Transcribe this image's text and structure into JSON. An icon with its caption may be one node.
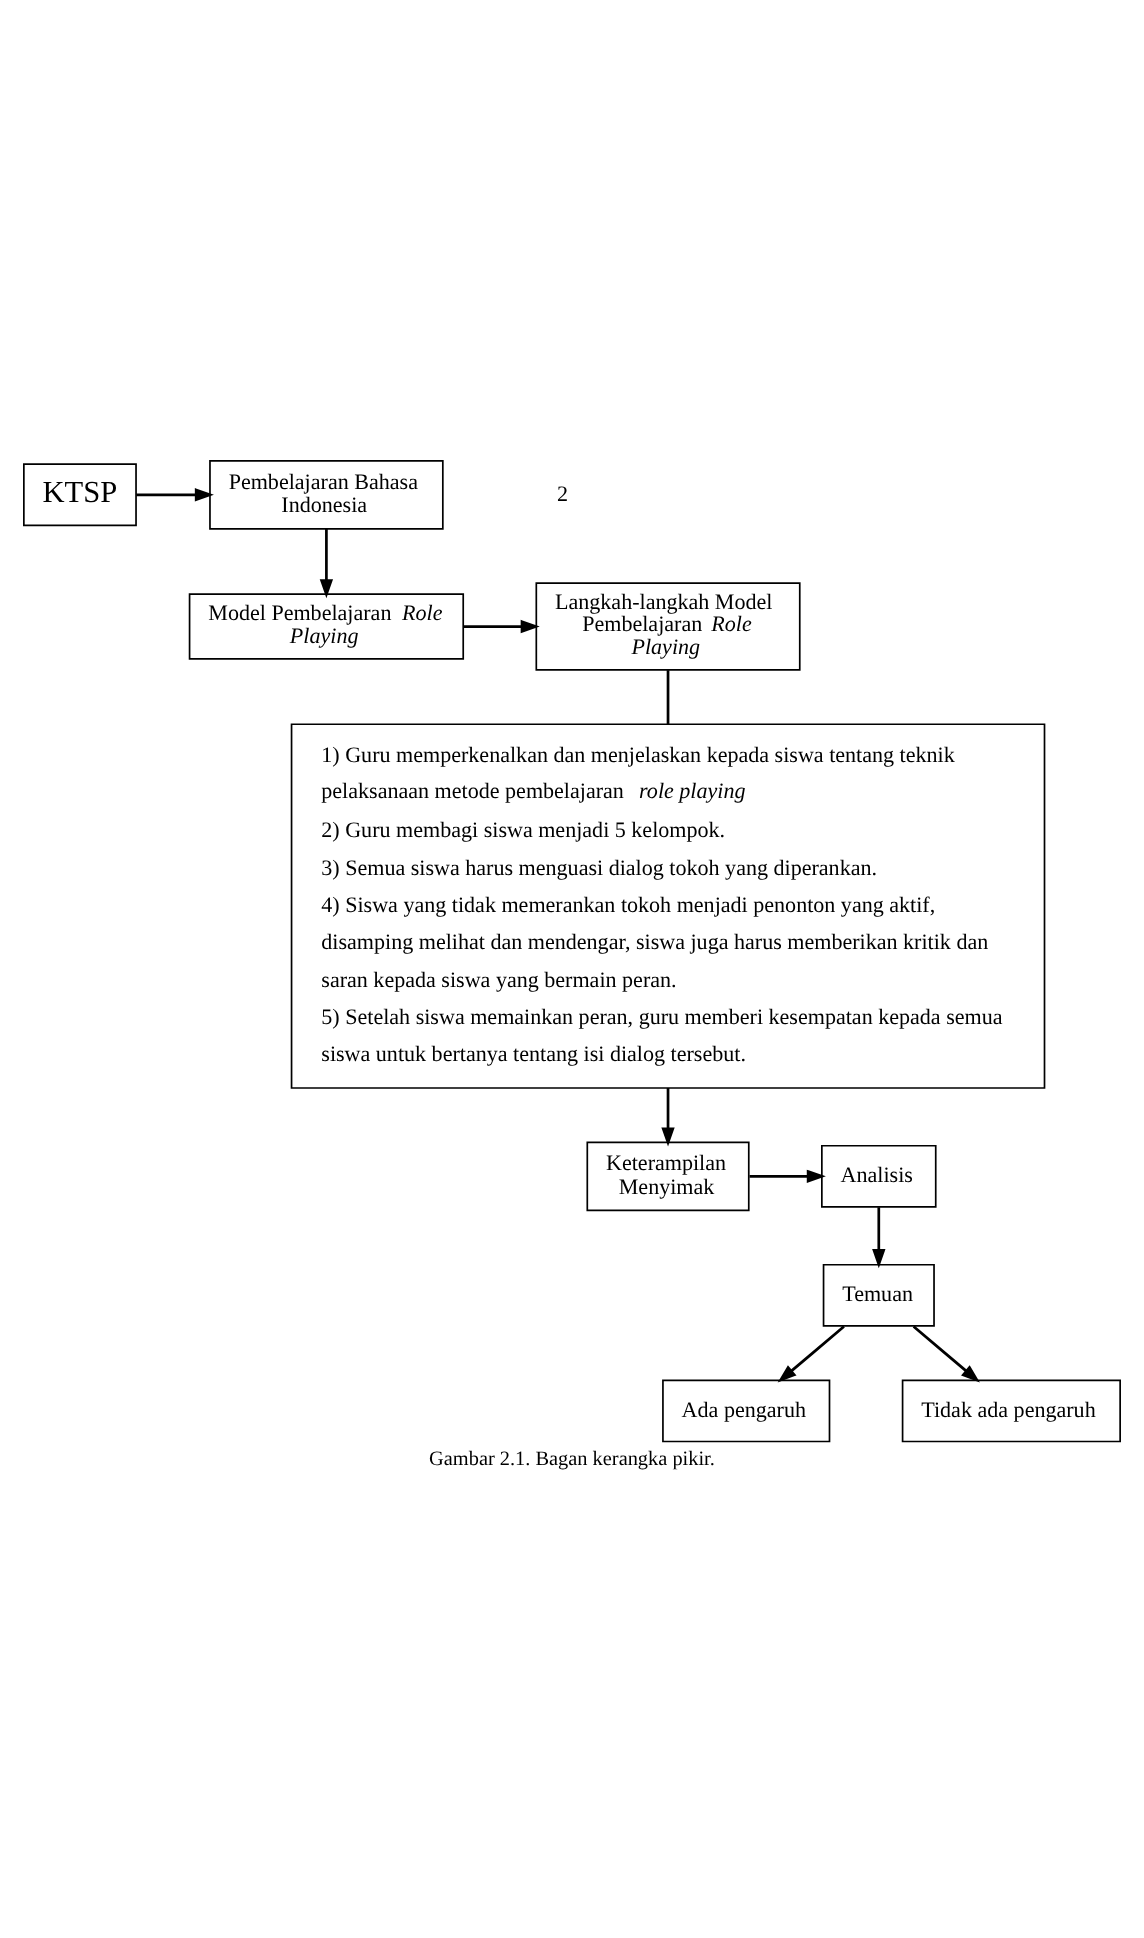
{
  "diagram": {
    "caption": "Gambar 2.1. Bagan kerangka pikir.",
    "nodes": [
      {
        "text": [
          "Pembelajaran Bahasa Indonesia"
        ]
      },
      {
        "text": [
          "KTSP"
        ]
      },
      {
        "text": [
          "Model Pembelajaran *Role Playing*"
        ]
      },
      {
        "text": [
          "Langkah-langkah Model Pembelajaran *Role Playing*"
        ]
      },
      {
        "text": [
          "1) Guru memperkenalkan dan menjelaskan kepada siswa tentang teknik pelaksanaan metode pembelajaran *role playing*",
          "2) Guru membagi siswa menjadi 5 kelompok.",
          "3) Semua siswa harus menguasi dialog tokoh yang diperankan.",
          "4) Siswa yang tidak memerankan tokoh menjadi penonton yang aktif, disamping melihat dan mendengar, siswa juga harus memberikan kritik dan saran kepada siswa yang bermain peran.",
          "5) Setelah siswa memainkan peran, guru memberi kesempatan kepada semua siswa untuk bertanya tentang isi dialog tersebut."
        ]
      },
      {
        "text": [
          "Keterampilan Menyimak"
        ]
      },
      {
        "text": [
          "Analisis"
        ]
      },
      {
        "text": [
          "Temuan"
        ]
      },
      {
        "text": [
          "Ada pengaruh"
        ]
      },
      {
        "text": [
          "Tidak ada pengaruh"
        ]
      }
    ],
    "edges": [
      {
        "from": 1,
        "to": 0,
        "arrow": "to"
      },
      {
        "from": 0,
        "to": 2,
        "arrow": "to"
      },
      {
        "from": 2,
        "to": 3,
        "arrow": "to"
      },
      {
        "from": 3,
        "to": 4,
        "arrow": "none"
      },
      {
        "from": 4,
        "to": 5,
        "arrow": "to"
      },
      {
        "from": 5,
        "to": 6,
        "arrow": "to"
      },
      {
        "from": 6,
        "to": 7,
        "arrow": "to"
      },
      {
        "from": 7,
        "to": 8,
        "arrow": "to"
      },
      {
        "from": 7,
        "to": 9,
        "arrow": "to"
      }
    ],
    "labels": [
      "2"
    ]
  }
}
